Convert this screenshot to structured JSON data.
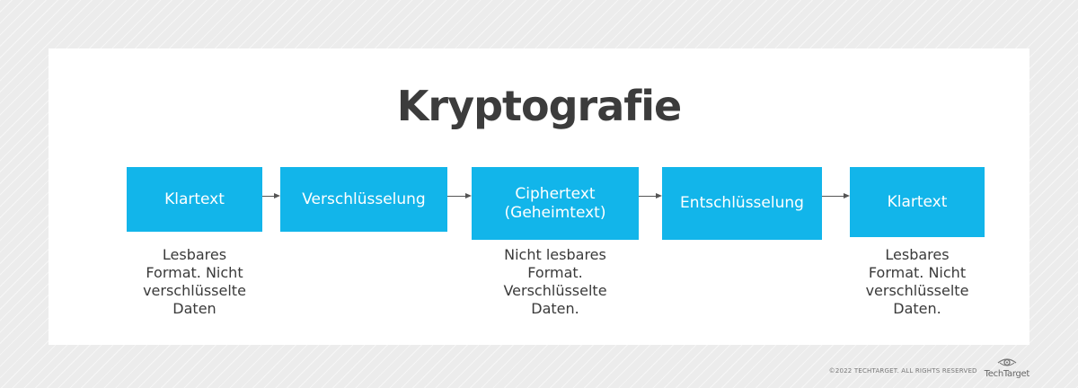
{
  "title": "Kryptografie",
  "colors": {
    "box": "#12b5ea",
    "box_text": "#ffffff",
    "title": "#3c3c3c",
    "caption": "#3a3a3a",
    "background": "#ececec"
  },
  "steps": [
    {
      "label": "Klartext",
      "caption": "Lesbares\nFormat. Nicht\nverschlüsselte\nDaten"
    },
    {
      "label": "Verschlüsselung",
      "caption": ""
    },
    {
      "label": "Ciphertext\n(Geheimtext)",
      "caption": "Nicht lesbares\nFormat.\nVerschlüsselte\nDaten."
    },
    {
      "label": "Entschlüsselung",
      "caption": ""
    },
    {
      "label": "Klartext",
      "caption": "Lesbares\nFormat. Nicht\nverschlüsselte\nDaten."
    }
  ],
  "footer": {
    "copyright": "©2022 TECHTARGET. ALL RIGHTS RESERVED",
    "brand": "TechTarget",
    "logo_icon": "eye-icon"
  }
}
